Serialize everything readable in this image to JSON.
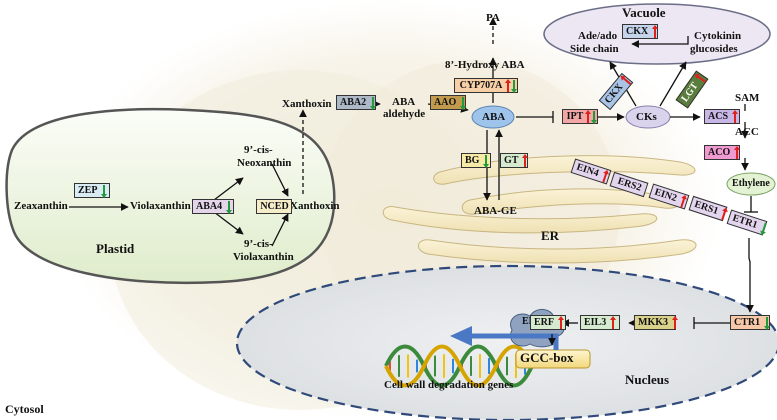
{
  "labels": {
    "vacuole": "Vacuole",
    "ade_ado_1": "Ade/ado",
    "ade_ado_2": "Side chain",
    "cytokinin_1": "Cytokinin",
    "cytokinin_2": "glucosides",
    "pa": "PA",
    "hydroxy_aba": "8’-Hydroxy ABA",
    "xanthoxin_top": "Xanthoxin",
    "aba_aldehyde_1": "ABA",
    "aba_aldehyde_2": "aldehyde",
    "aba": "ABA",
    "cks": "CKs",
    "sam": "SAM",
    "acc": "ACC",
    "ethylene": "Ethylene",
    "aba_ge": "ABA-GE",
    "er": "ER",
    "zeaxanthin": "Zeaxanthin",
    "violaxanthin": "Violaxanthin",
    "neox_1": "9’-cis-",
    "neox_2": "Neoxanthin",
    "viol_1": "9’-cis-",
    "viol_2": "Violaxanthin",
    "xanthoxin_plastid": "Xanthoxin",
    "plastid": "Plastid",
    "erf_dna": "ERF",
    "gcc_box": "GCC-box",
    "cell_wall": "Cell wall degradation genes",
    "nucleus": "Nucleus",
    "cytosol": "Cytosol"
  },
  "genes": [
    {
      "id": "zep",
      "name": "ZEP",
      "trend": "down",
      "color": "#d9ecf4"
    },
    {
      "id": "aba4",
      "name": "ABA4",
      "trend": "down",
      "color": "#e4d5ea"
    },
    {
      "id": "nced",
      "name": "NCED",
      "trend": "none",
      "color": "#f5ecc8"
    },
    {
      "id": "aba2",
      "name": "ABA2",
      "trend": "down",
      "color": "#aeb9c8"
    },
    {
      "id": "aao",
      "name": "AAO",
      "trend": "down",
      "color": "#c19a4e"
    },
    {
      "id": "cyp707a",
      "name": "CYP707A",
      "trend": "updown",
      "color": "#f6cfa6"
    },
    {
      "id": "ipt",
      "name": "IPT",
      "trend": "updown",
      "color": "#f2a6a6"
    },
    {
      "id": "ckx_vac",
      "name": "CKX",
      "trend": "up",
      "color": "#c5d4ea"
    },
    {
      "id": "ckx",
      "name": "CKX",
      "trend": "up",
      "color": "#a9c4e6"
    },
    {
      "id": "lgt",
      "name": "LGT",
      "trend": "up",
      "color": "#5a7d3d"
    },
    {
      "id": "acs",
      "name": "ACS",
      "trend": "up",
      "color": "#c8b6e6"
    },
    {
      "id": "aco",
      "name": "ACO",
      "trend": "up",
      "color": "#ef9ad0"
    },
    {
      "id": "bg",
      "name": "BG",
      "trend": "down",
      "color": "#f7eaa6"
    },
    {
      "id": "gt",
      "name": "GT",
      "trend": "up",
      "color": "#d6ead0"
    },
    {
      "id": "ein4",
      "name": "EIN4",
      "trend": "up",
      "color": "#e4d5ee"
    },
    {
      "id": "ers2",
      "name": "ERS2",
      "trend": "none",
      "color": "#e4d5ee"
    },
    {
      "id": "ein2",
      "name": "EIN2",
      "trend": "up",
      "color": "#e4d5ee"
    },
    {
      "id": "ers1",
      "name": "ERS1",
      "trend": "up",
      "color": "#e4d5ee"
    },
    {
      "id": "etr1",
      "name": "ETR1",
      "trend": "down",
      "color": "#e4d5ee"
    },
    {
      "id": "ctr1",
      "name": "CTR1",
      "trend": "down",
      "color": "#f6c8a8"
    },
    {
      "id": "mkk3",
      "name": "MKK3",
      "trend": "up",
      "color": "#d9d28a"
    },
    {
      "id": "eil3",
      "name": "EIL3",
      "trend": "up",
      "color": "#d6ead0"
    },
    {
      "id": "erf",
      "name": "ERF",
      "trend": "up",
      "color": "#d6ead0"
    }
  ],
  "colors": {
    "up": "#e0201c",
    "down": "#1f9b3c"
  }
}
